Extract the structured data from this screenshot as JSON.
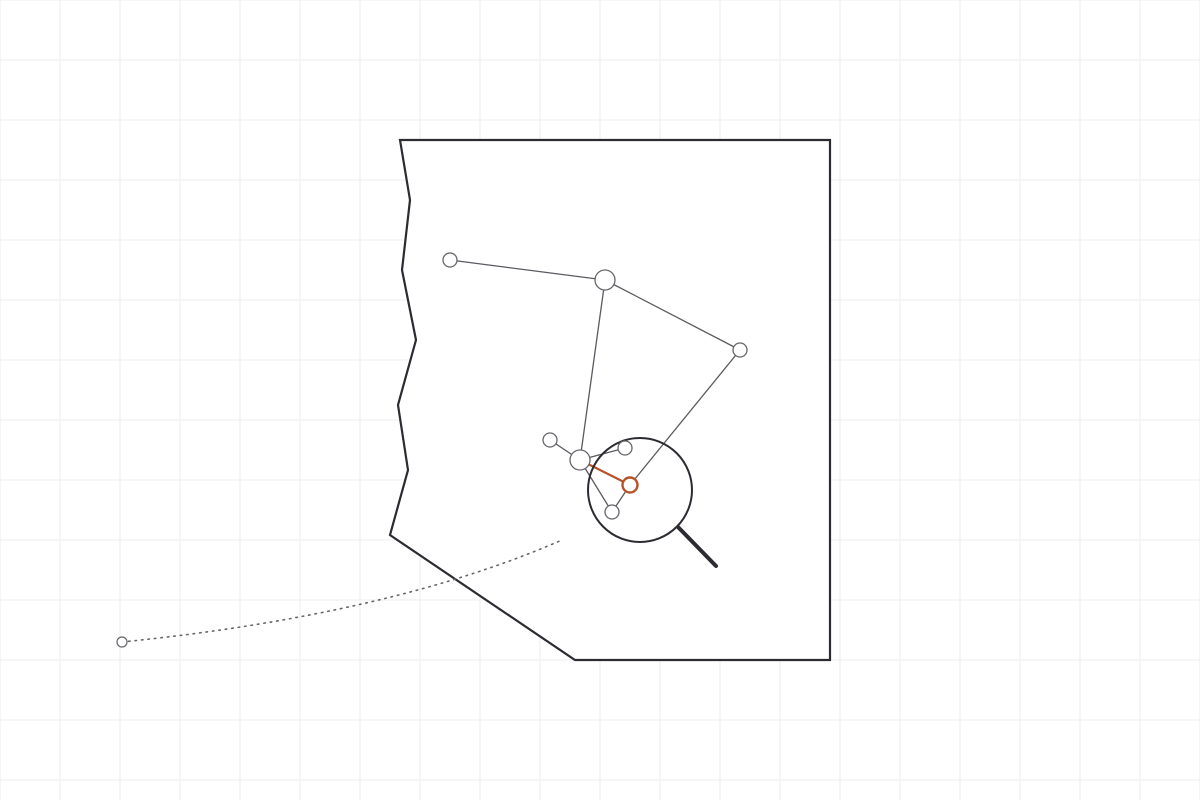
{
  "colors": {
    "background": "#ffffff",
    "grid": "#eeeeee",
    "frame": "#2b2b31",
    "edge": "#5a5a60",
    "node_stroke": "#66666c",
    "node_fill": "#ffffff",
    "highlight": "#b5542a",
    "trail": "#66666c",
    "magnifier": "#2b2b31"
  },
  "icons": {
    "magnifier": "magnifying-glass-icon"
  },
  "diagram": {
    "nodes": [
      {
        "id": "n1",
        "size": "small"
      },
      {
        "id": "n2",
        "size": "large"
      },
      {
        "id": "n3",
        "size": "small"
      },
      {
        "id": "n4",
        "size": "small"
      },
      {
        "id": "n5",
        "size": "large"
      },
      {
        "id": "n6",
        "size": "small"
      },
      {
        "id": "n7",
        "size": "small",
        "highlighted": true
      },
      {
        "id": "n8",
        "size": "small"
      },
      {
        "id": "n9",
        "size": "small"
      }
    ],
    "edges": [
      {
        "from": "n1",
        "to": "n2"
      },
      {
        "from": "n2",
        "to": "n3"
      },
      {
        "from": "n2",
        "to": "n5"
      },
      {
        "from": "n3",
        "to": "n7"
      },
      {
        "from": "n4",
        "to": "n5"
      },
      {
        "from": "n5",
        "to": "n6"
      },
      {
        "from": "n5",
        "to": "n8"
      },
      {
        "from": "n8",
        "to": "n7"
      },
      {
        "from": "n5",
        "to": "n7",
        "highlighted": true
      }
    ]
  }
}
